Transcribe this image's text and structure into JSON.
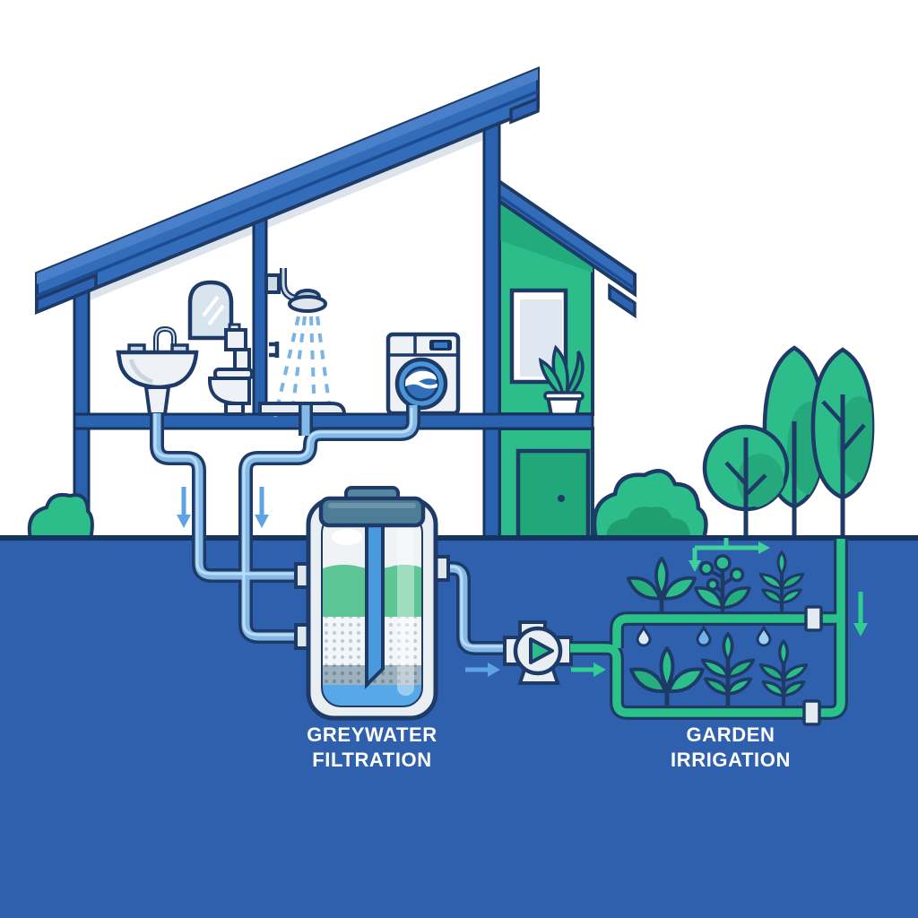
{
  "diagram": {
    "type": "greywater-recycling-system-illustration",
    "labels": {
      "filtration_line1": "GREYWATER",
      "filtration_line2": "FILTRATION",
      "irrigation_line1": "GARDEN",
      "irrigation_line2": "IRRIGATION"
    },
    "components": [
      "house-cutaway",
      "bathroom-sink",
      "mirror",
      "toilet",
      "shower",
      "washing-machine",
      "greywater-drain-pipes",
      "underground-filtration-tank",
      "filter-layers",
      "pump",
      "garden-irrigation-loop",
      "drip-connectors",
      "water-droplets",
      "garden-plants",
      "trees",
      "bushes",
      "window",
      "potted-plant",
      "door",
      "ground"
    ],
    "icons": [
      "arrow-down-icon",
      "arrow-right-icon",
      "droplet-icon",
      "play-triangle-icon",
      "flow-split-arrows-icon"
    ],
    "palette": {
      "ground_blue": "#2e60ae",
      "structure_blue": "#2b62b0",
      "roof_blue": "#336cb8",
      "roof_highlight": "#4a80c9",
      "outline_navy": "#1e3a66",
      "house_green": "#2dbd8b",
      "dark_green": "#1fa878",
      "pipe_greywater_blue": "#84bae8",
      "pipe_clean_green": "#2bc289",
      "arrow_blue": "#5ea4e4",
      "arrow_green": "#2fcf92",
      "tank_water_blue": "#57a8e7",
      "fixture_gray": "#e9eef3",
      "tank_cap_slate": "#4e7d98",
      "label_text": "#ffffff"
    }
  }
}
